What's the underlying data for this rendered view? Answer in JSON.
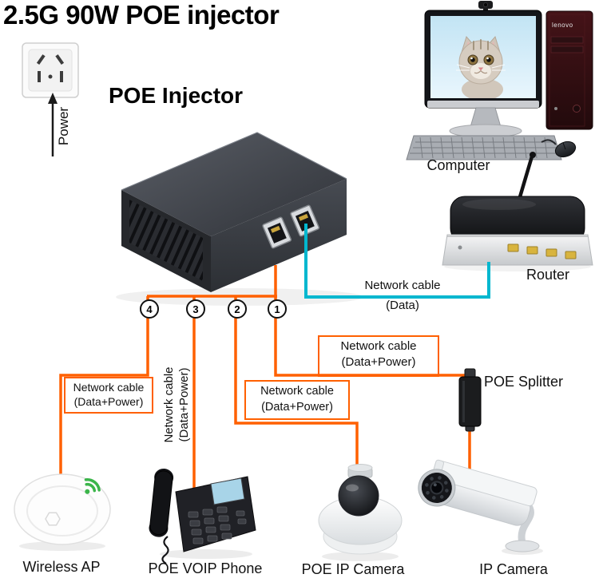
{
  "title": "2.5G 90W POE injector",
  "injector": {
    "heading": "POE Injector"
  },
  "power": {
    "label": "Power"
  },
  "ports": {
    "p1": "1",
    "p2": "2",
    "p3": "3",
    "p4": "4"
  },
  "cables": {
    "data": {
      "line1": "Network cable",
      "line2": "(Data)"
    },
    "p1": {
      "line1": "Network cable",
      "line2": "(Data+Power)"
    },
    "p2": {
      "line1": "Network cable",
      "line2": "(Data+Power)"
    },
    "p3": {
      "line1": "Network cable",
      "line2": "(Data+Power)"
    },
    "p4": {
      "line1": "Network cable",
      "line2": "(Data+Power)"
    }
  },
  "devices": {
    "computer": "Computer",
    "tower_logo": "lenovo",
    "router": "Router",
    "splitter": "POE Splitter",
    "wireless_ap": "Wireless AP",
    "voip_phone": "POE VOIP Phone",
    "dome_camera": "POE IP Camera",
    "bullet_camera": "IP Camera"
  },
  "colors": {
    "power_cable": "#ff6000",
    "data_cable": "#00b7cf",
    "wifi_green": "#3bb54a"
  }
}
